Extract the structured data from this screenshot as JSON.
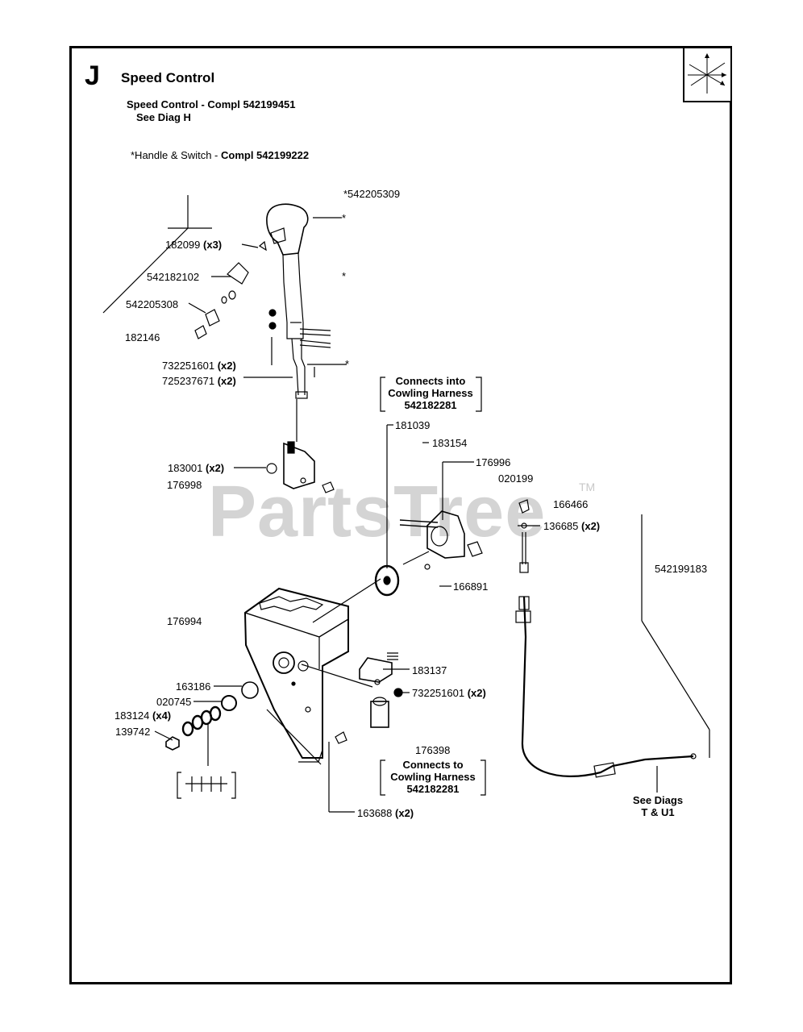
{
  "section": {
    "letter": "J",
    "title": "Speed Control"
  },
  "header_notes": {
    "line1": "Speed Control - Compl 542199451",
    "line2": "See Diag H",
    "handle_prefix": "*Handle & Switch - ",
    "handle_bold": "Compl 542199222"
  },
  "watermark": {
    "text": "PartsTree",
    "tm": "TM"
  },
  "parts": {
    "p542205309": "*542205309",
    "p182099": "182099",
    "p542182102": "542182102",
    "p542205308": "542205308",
    "p182146": "182146",
    "p732251601a": "732251601",
    "p725237671": "725237671",
    "p183001": "183001",
    "p176998": "176998",
    "p181039": "181039",
    "p183154": "183154",
    "p176996": "176996",
    "p020199": "020199",
    "p166466": "166466",
    "p136685": "136685",
    "p166891": "166891",
    "p542199183": "542199183",
    "p176994": "176994",
    "p183137": "183137",
    "p732251601b": "732251601",
    "p163186": "163186",
    "p020745": "020745",
    "p183124": "183124",
    "p139742": "139742",
    "p176398": "176398",
    "p163688": "163688"
  },
  "qty": {
    "x2": "(x2)",
    "x3": "(x3)",
    "x4": "(x4)"
  },
  "notes": {
    "cowling_into_l1": "Connects into",
    "cowling_into_l2": "Cowling Harness",
    "cowling_into_l3": "542182281",
    "cowling_to_l1": "Connects to",
    "cowling_to_l2": "Cowling Harness",
    "cowling_to_l3": "542182281",
    "see_diags_l1": "See Diags",
    "see_diags_l2": "T & U1",
    "asterisk": "*"
  }
}
